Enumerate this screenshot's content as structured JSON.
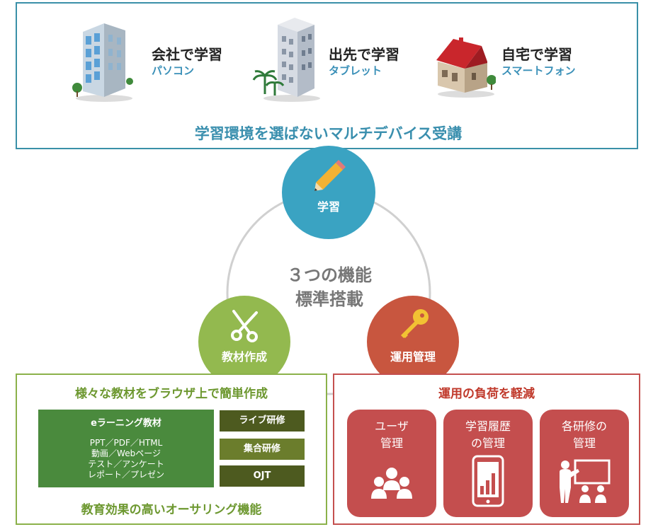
{
  "top_panel": {
    "devices": [
      {
        "title": "会社で学習",
        "subtitle": "パソコン",
        "icon": "office-building-icon"
      },
      {
        "title": "出先で学習",
        "subtitle": "タブレット",
        "icon": "tower-building-icon"
      },
      {
        "title": "自宅で学習",
        "subtitle": "スマートフォン",
        "icon": "house-icon"
      }
    ],
    "caption": "学習環境を選ばないマルチデバイス受講"
  },
  "features": {
    "center_line1": "３つの機能",
    "center_line2": "標準搭載",
    "learning": {
      "label": "学習",
      "icon": "pencil-icon",
      "color": "#3aa3c2"
    },
    "authoring": {
      "label": "教材作成",
      "icon": "scissors-icon",
      "color": "#93b94f"
    },
    "operation": {
      "label": "運用管理",
      "icon": "key-icon",
      "color": "#c8563f"
    }
  },
  "authoring_panel": {
    "heading": "様々な教材をブラウザ上で簡単作成",
    "elearning": {
      "title": "eラーニング教材",
      "items": [
        "PPT／PDF／HTML",
        "動画／Webページ",
        "テスト／アンケート",
        "レポート／プレゼン"
      ]
    },
    "training_types": [
      "ライブ研修",
      "集合研修",
      "OJT"
    ],
    "footer": "教育効果の高いオーサリング機能"
  },
  "operation_panel": {
    "heading": "運用の負荷を軽減",
    "cards": [
      {
        "label": "ユーザ\n管理",
        "icon": "users-icon"
      },
      {
        "label": "学習履歴\nの管理",
        "icon": "tablet-chart-icon"
      },
      {
        "label": "各研修の\n管理",
        "icon": "presentation-icon"
      }
    ]
  },
  "colors": {
    "teal": "#3a90a8",
    "green": "#8bb14a",
    "red": "#c4504f"
  }
}
